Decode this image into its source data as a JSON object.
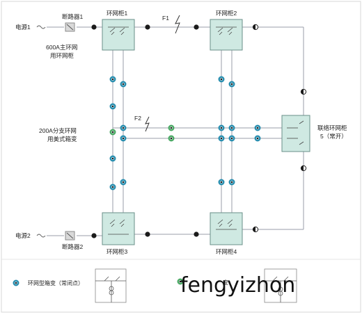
{
  "labels": {
    "source1": "电源1",
    "source2": "电源2",
    "breaker1": "断路器1",
    "breaker2": "断路器2",
    "cab1": "环网柜1",
    "cab2": "环网柜2",
    "cab3": "环网柜3",
    "cab4": "环网柜4",
    "f1": "F1",
    "f2": "F2",
    "main_line1": "600A主环网",
    "main_line2": "用环网柜",
    "branch_line1": "200A分支环网",
    "branch_line2": "用美式箱变",
    "tie_line1": "联络环网柜",
    "tie_line2": "5（常开）",
    "legend1": "环网型箱变（常闭点）",
    "legend2_visible": "变",
    "watermark": "fengyizhon"
  },
  "colors": {
    "cabinet_fill": "#cfe9e2",
    "cabinet_stroke": "#6a8f88",
    "line": "#9a9ea8",
    "blue_ring": "#2a8fb0",
    "green_ring": "#4caa66"
  }
}
